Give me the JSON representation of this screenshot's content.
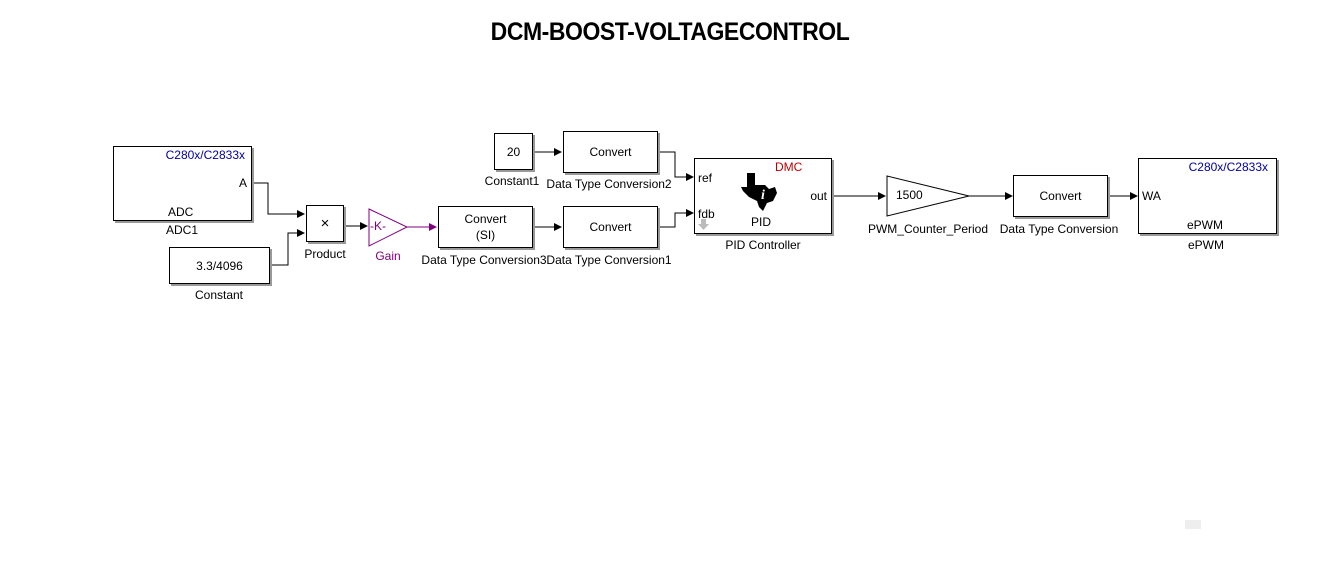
{
  "title": "DCM-BOOST-VOLTAGECONTROL",
  "blocks": {
    "adc": {
      "target": "C280x/C2833x",
      "port": "A",
      "inner": "ADC",
      "name": "ADC1"
    },
    "constant": {
      "value": "3.3/4096",
      "name": "Constant"
    },
    "product": {
      "symbol": "×",
      "name": "Product"
    },
    "gain": {
      "value": "-K-",
      "name": "Gain"
    },
    "dtc3": {
      "line1": "Convert",
      "line2": "(SI)",
      "name": "Data Type Conversion3"
    },
    "dtc1": {
      "text": "Convert",
      "name": "Data Type Conversion1"
    },
    "constant1": {
      "value": "20",
      "name": "Constant1"
    },
    "dtc2": {
      "text": "Convert",
      "name": "Data Type Conversion2"
    },
    "pid": {
      "tag": "DMC",
      "in1": "ref",
      "in2": "fdb",
      "out": "out",
      "inner": "PID",
      "name": "PID Controller"
    },
    "pwm_gain": {
      "value": "1500",
      "name": "PWM_Counter_Period"
    },
    "dtc": {
      "text": "Convert",
      "name": "Data Type Conversion"
    },
    "epwm": {
      "target": "C280x/C2833x",
      "port": "WA",
      "inner": "ePWM",
      "name": "ePWM"
    }
  },
  "colors": {
    "gain": "#800080",
    "target": "#0000a0",
    "dmc": "#c00000"
  }
}
